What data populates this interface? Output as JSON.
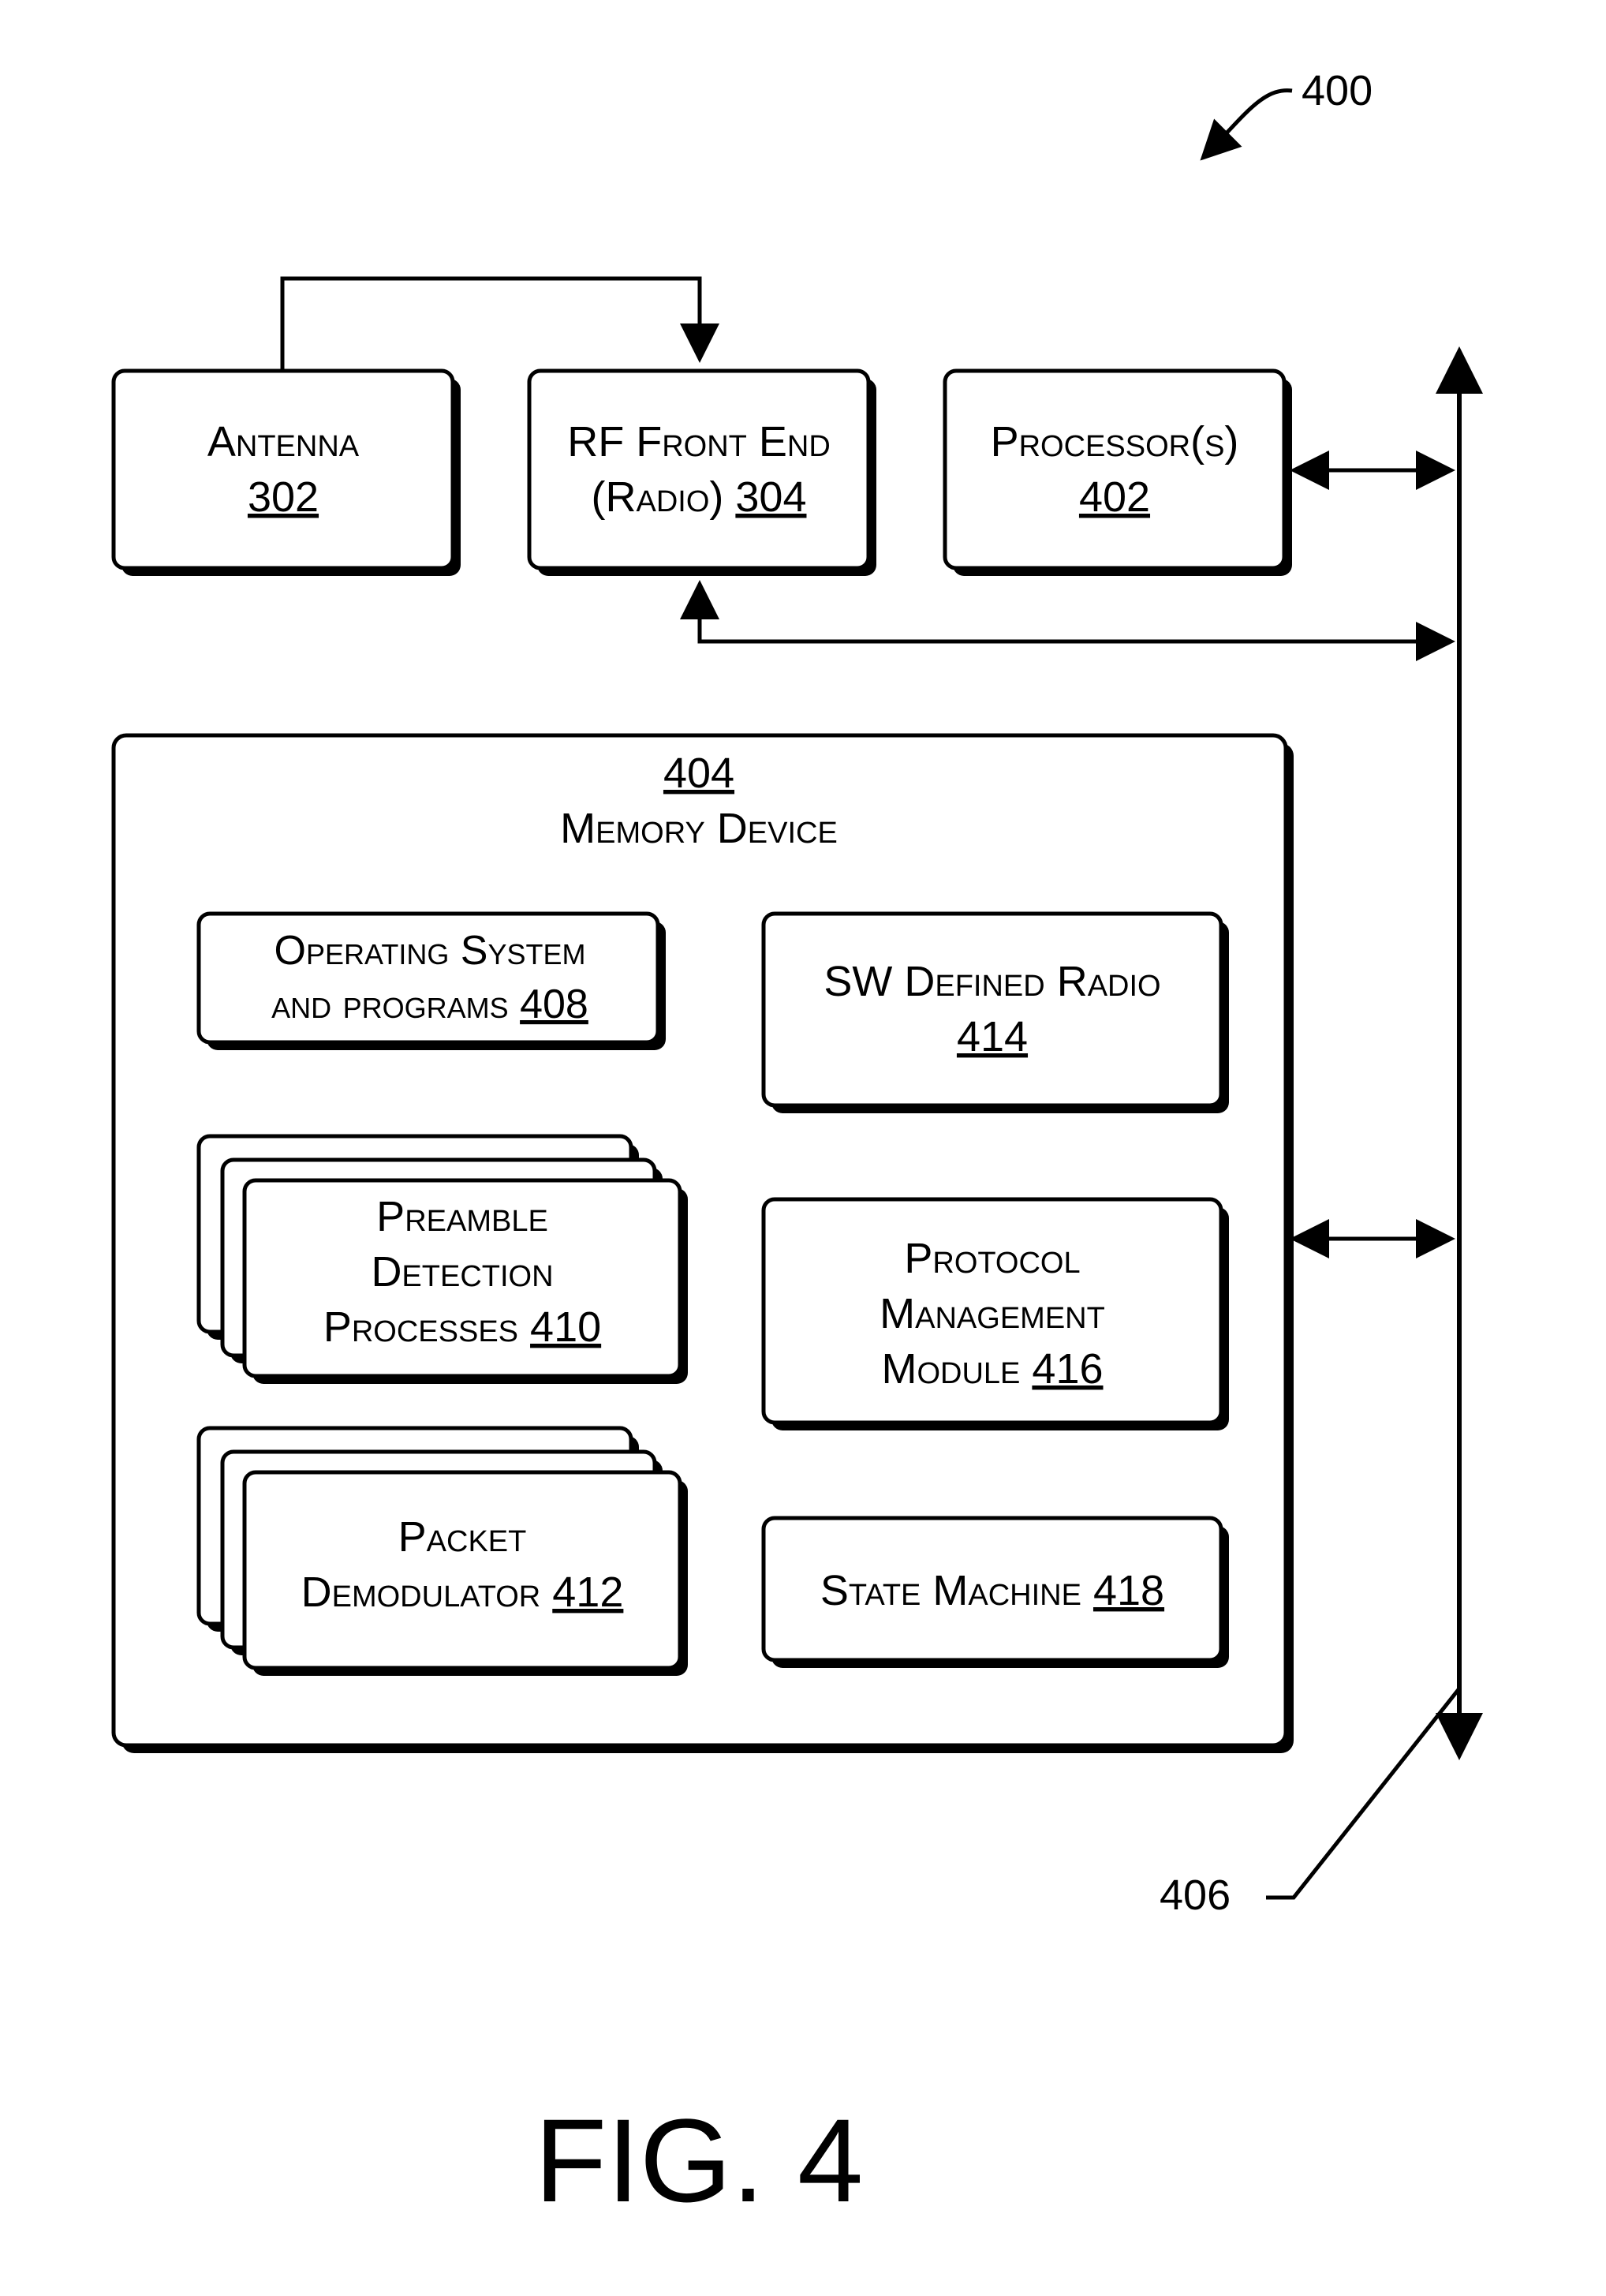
{
  "figure": {
    "ref": "400",
    "caption": "FIG. 4",
    "bus_ref": "406"
  },
  "blocks": {
    "antenna": {
      "line1": "Antenna",
      "num": "302"
    },
    "rf_front_end": {
      "line1": "RF Front End",
      "line2_prefix": "(Radio) ",
      "num": "304"
    },
    "processor": {
      "line1": "Processor(s)",
      "num": "402"
    },
    "memory_device": {
      "num": "404",
      "title": "Memory Device"
    },
    "os_programs": {
      "line1": "Operating System",
      "line2_prefix": "and programs ",
      "num": "408"
    },
    "preamble_detection": {
      "line1": "Preamble",
      "line2": "Detection",
      "line3_prefix": "Processes ",
      "num": "410"
    },
    "packet_demodulator": {
      "line1": "Packet",
      "line2_prefix": "Demodulator ",
      "num": "412"
    },
    "sw_defined_radio": {
      "line1": "SW Defined Radio",
      "num": "414"
    },
    "protocol_management": {
      "line1": "Protocol",
      "line2": "Management",
      "line3_prefix": "Module ",
      "num": "416"
    },
    "state_machine": {
      "line1_prefix": "State Machine ",
      "num": "418"
    }
  }
}
